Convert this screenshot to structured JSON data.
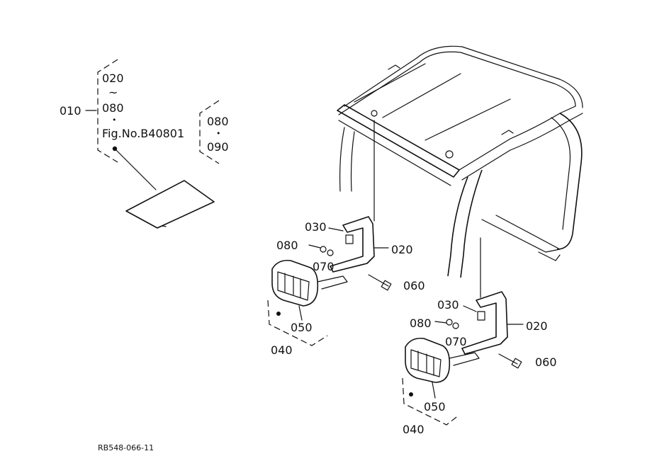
{
  "labels": {
    "ref_010": "010",
    "ref_020_top": "020",
    "range_sep": "~",
    "ref_080_top": "080",
    "dot_top": "•",
    "fig_ref": "Fig.No.B40801",
    "ref_080_mid": "080",
    "dot_mid": "•",
    "ref_090": "090",
    "left_030": "030",
    "left_080": "080",
    "left_070": "070",
    "left_020": "020",
    "left_060": "060",
    "left_050": "050",
    "left_040": "040",
    "right_030": "030",
    "right_080": "080",
    "right_070": "070",
    "right_020": "020",
    "right_060": "060",
    "right_050": "050",
    "right_040": "040",
    "drawing_code": "RB548-066-11"
  }
}
